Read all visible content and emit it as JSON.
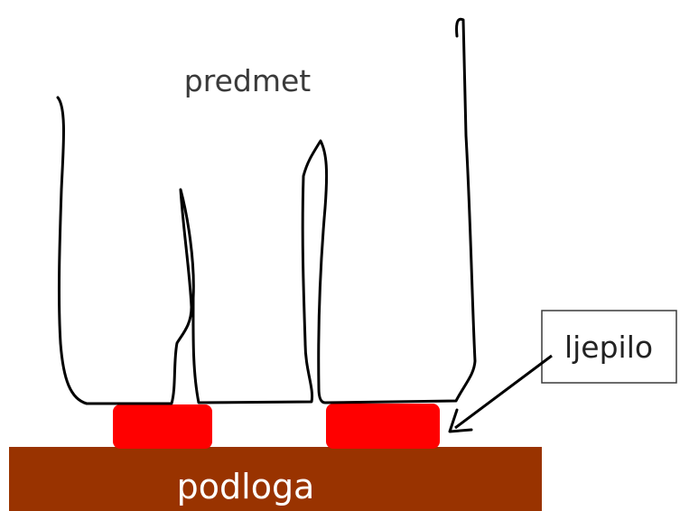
{
  "object": {
    "label": "predmet"
  },
  "substrate": {
    "label": "podloga"
  },
  "adhesive": {
    "label": "ljepilo"
  },
  "colors": {
    "substrate": "#993300",
    "adhesive": "#ff0000",
    "outline": "#000000",
    "callout_border": "#3a3a3a"
  }
}
